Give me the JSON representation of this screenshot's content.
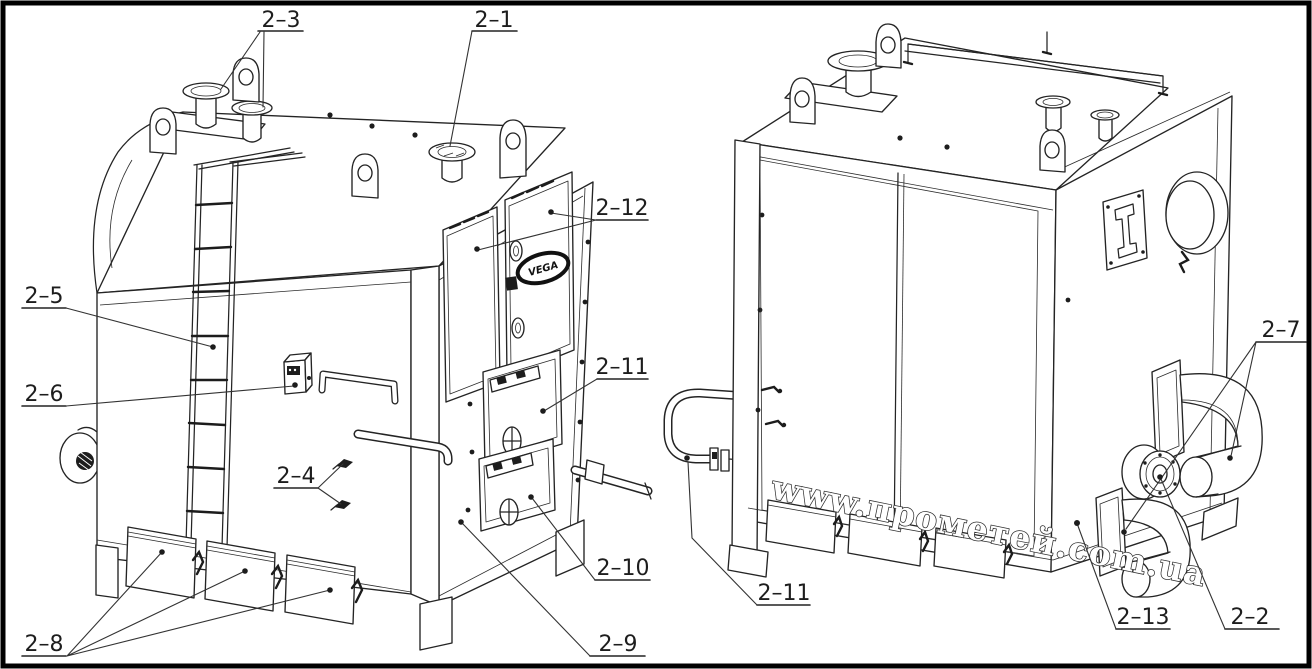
{
  "figure": {
    "type": "technical parts diagram",
    "subject": "industrial solid-fuel boiler, two isometric views",
    "watermark": "www.прометей.com.ua",
    "brand_badge": "VEGA"
  },
  "views": [
    {
      "id": "front-left",
      "name": "front-left isometric view"
    },
    {
      "id": "rear-right",
      "name": "rear-right isometric view"
    }
  ],
  "colors": {
    "line": "#242424",
    "background": "#ffffff",
    "frame": "#000000"
  },
  "callouts": [
    {
      "label": "2–3",
      "view": "front-left"
    },
    {
      "label": "2–1",
      "view": "front-left"
    },
    {
      "label": "2–12",
      "view": "front-left"
    },
    {
      "label": "2–5",
      "view": "front-left"
    },
    {
      "label": "2–6",
      "view": "front-left"
    },
    {
      "label": "2–4",
      "view": "front-left"
    },
    {
      "label": "2–8",
      "view": "front-left"
    },
    {
      "label": "2–11",
      "view": "front-left"
    },
    {
      "label": "2–10",
      "view": "front-left"
    },
    {
      "label": "2–9",
      "view": "front-left"
    },
    {
      "label": "2–11",
      "view": "rear-right"
    },
    {
      "label": "2–7",
      "view": "rear-right"
    },
    {
      "label": "2–13",
      "view": "rear-right"
    },
    {
      "label": "2–2",
      "view": "rear-right"
    }
  ]
}
